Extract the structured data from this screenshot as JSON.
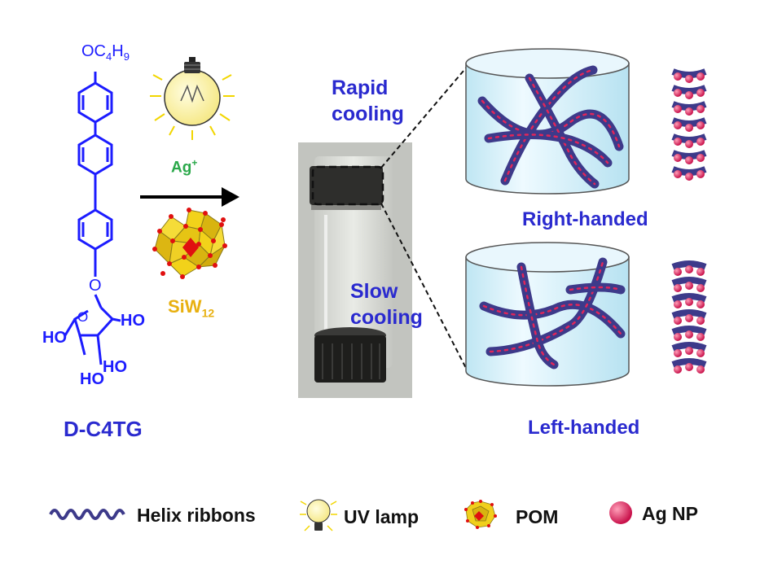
{
  "molecule": {
    "name": "D-C4TG",
    "substituent_main": "OC",
    "substituent_sub1": "4",
    "substituent_mid": "H",
    "substituent_sub2": "9",
    "linker_o": "O",
    "ring_o": "O",
    "hydroxyls": [
      "HO",
      "HO",
      "HO",
      "HO"
    ]
  },
  "reagents": {
    "silver_main": "Ag",
    "silver_sup": "+",
    "pom_main": "SiW",
    "pom_sub": "12"
  },
  "conditions": {
    "rapid_line1": "Rapid",
    "rapid_line2": "cooling",
    "slow_line1": "Slow",
    "slow_line2": "cooling"
  },
  "results": {
    "top_label": "Right-handed",
    "bottom_label": "Left-handed"
  },
  "legend": {
    "helix": "Helix ribbons",
    "uv": "UV lamp",
    "pom": "POM",
    "ag": "Ag NP"
  },
  "colors": {
    "blue_text": "#2a2acf",
    "molecule": "#1c1cff",
    "green_text": "#2aa84a",
    "gold_text": "#e8b010",
    "helix": "#3d3a8a",
    "nanoparticle": "#e0265a",
    "cylinder": "#d9f0f8"
  }
}
